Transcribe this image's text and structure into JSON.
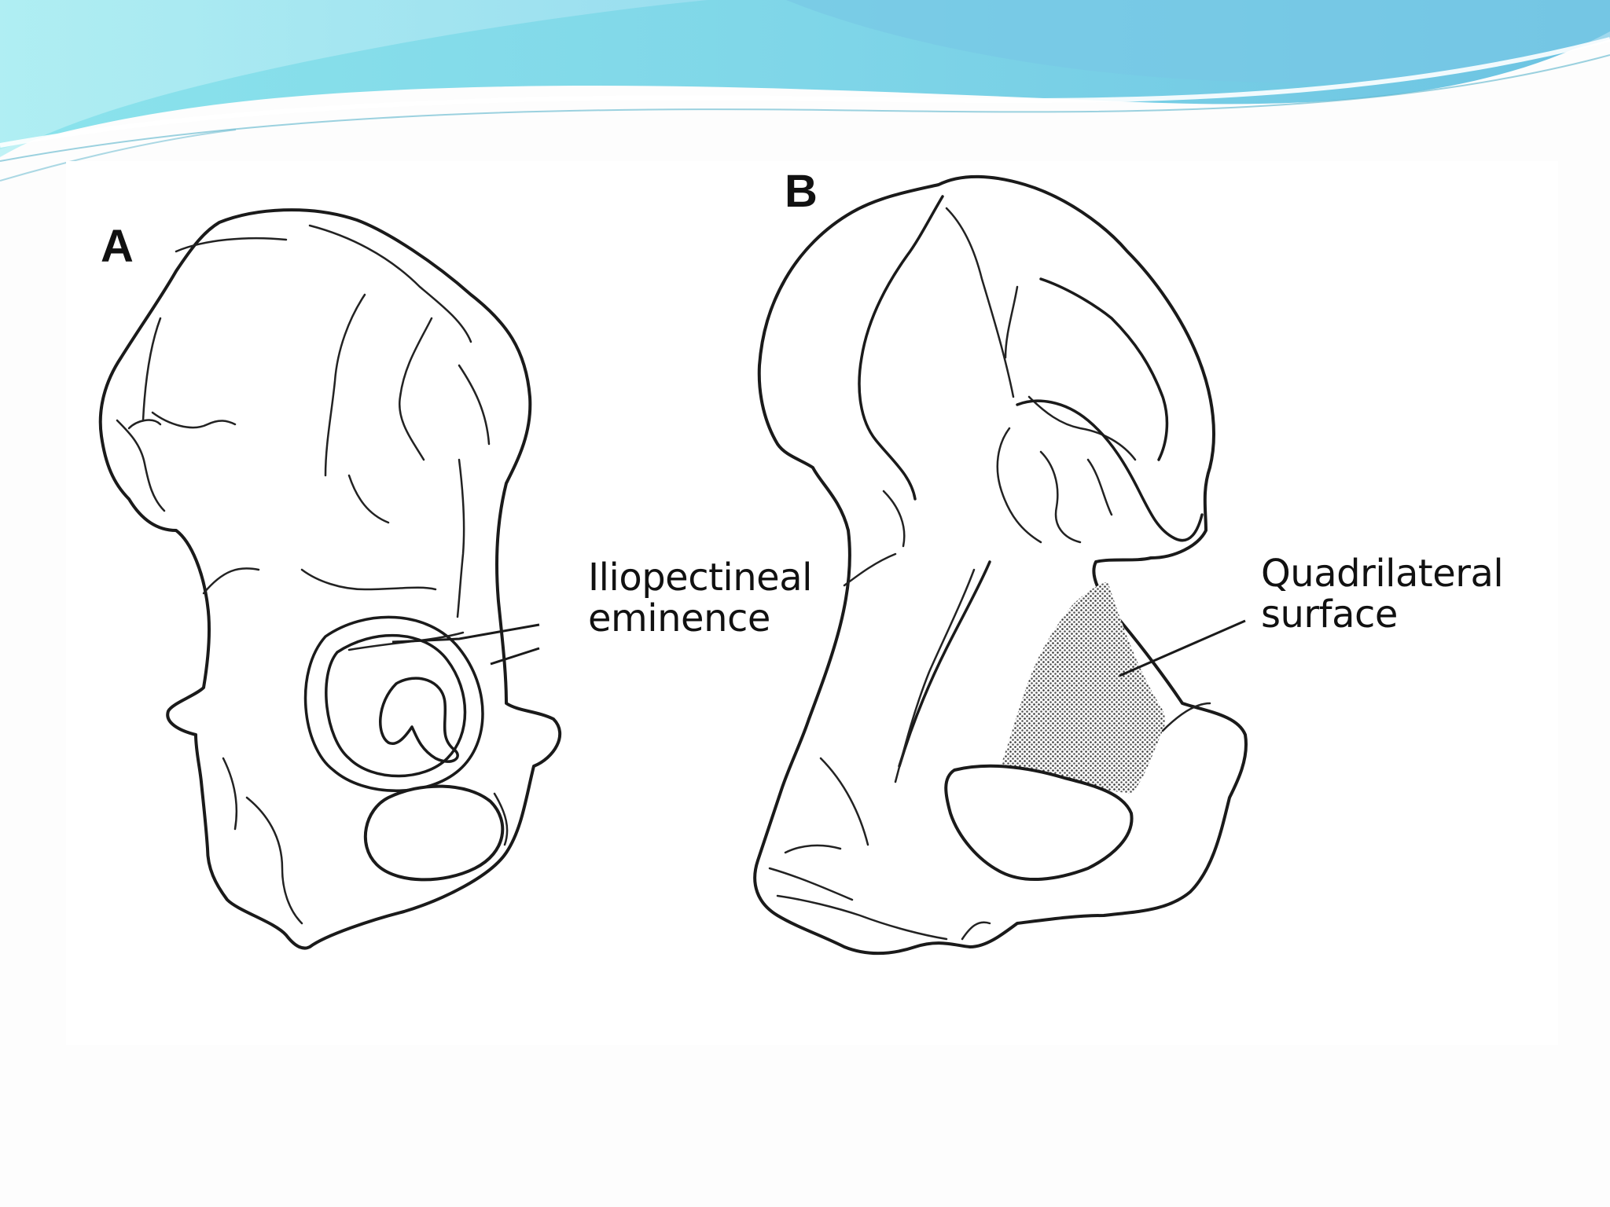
{
  "figure": {
    "panels": [
      {
        "letter": "A"
      },
      {
        "letter": "B"
      }
    ],
    "labels": {
      "iliopectineal": {
        "line1": "Iliopectineal",
        "line2": "eminence"
      },
      "quadrilateral": {
        "line1": "Quadrilateral",
        "line2": "surface"
      }
    }
  },
  "colors": {
    "banner_light": "#a6ecf2",
    "banner_mid": "#7fd8e6",
    "banner_dark": "#5fc0da",
    "line": "#1a1a1a",
    "shading": "#555555"
  }
}
